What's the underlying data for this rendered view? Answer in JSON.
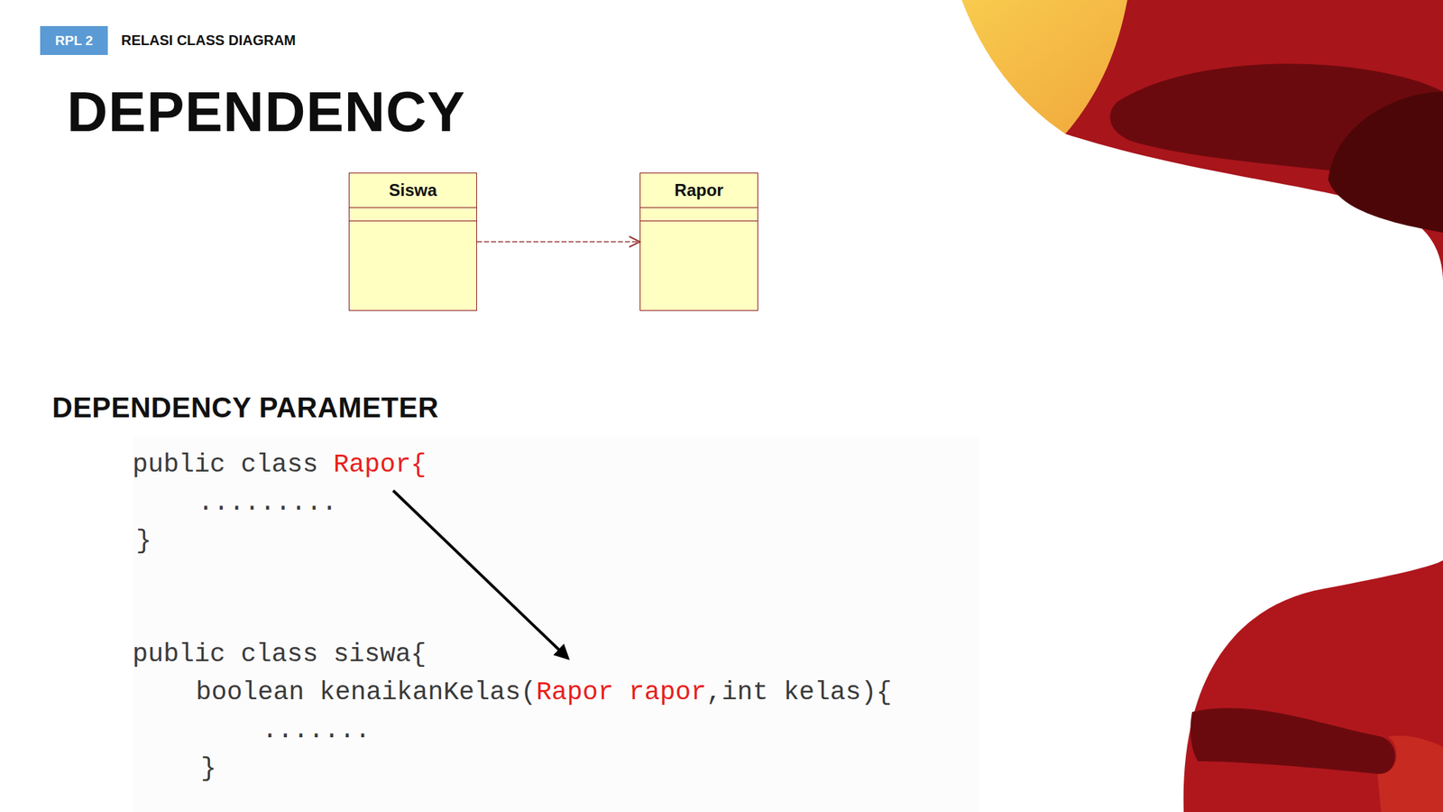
{
  "diagram": {
    "title": "DEPENDENCY",
    "nodes": [
      {
        "text": [
          "Siswa"
        ]
      },
      {
        "text": [
          "Rapor"
        ]
      }
    ],
    "edges": [
      {
        "from": 0,
        "to": 1,
        "arrow": "to"
      }
    ],
    "labels": [
      "RPL 2",
      "RELASI CLASS DIAGRAM",
      "DEPENDENCY PARAMETER",
      "public class",
      "Rapor{",
      ".........",
      "}",
      "public class siswa{",
      "boolean kenaikanKelas(",
      "Rapor rapor",
      ",int kelas){",
      ".......",
      "}"
    ]
  }
}
